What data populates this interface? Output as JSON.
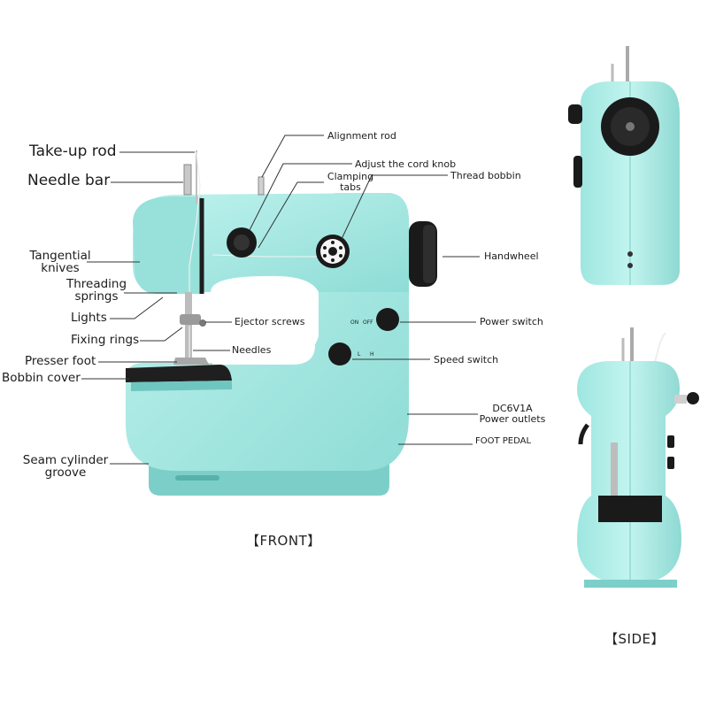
{
  "colors": {
    "body": "#a9ece6",
    "body_shade": "#86d6d0",
    "body_dark": "#5fb9b3",
    "knob": "#1a1a1a",
    "leader": "#333333"
  },
  "labels": {
    "take_up_rod": "Take-up rod",
    "needle_bar": "Needle bar",
    "tangential_knives": [
      "Tangential",
      "knives"
    ],
    "threading_springs": [
      "Threading",
      "springs"
    ],
    "lights": "Lights",
    "fixing_rings": "Fixing rings",
    "presser_foot": "Presser foot",
    "bobbin_cover": "Bobbin cover",
    "seam_cylinder_groove": [
      "Seam cylinder",
      "groove"
    ],
    "alignment_rod": "Alignment rod",
    "adjust_cord_knob": "Adjust the cord knob",
    "clamping_tabs": [
      "Clamping",
      "tabs"
    ],
    "thread_bobbin": "Thread bobbin",
    "handwheel": "Handwheel",
    "ejector_screws": "Ejector screws",
    "needles": "Needles",
    "power_switch": "Power switch",
    "speed_switch": "Speed switch",
    "power_outlets": [
      "DC6V1A",
      "Power outlets"
    ],
    "foot_pedal": "FOOT PEDAL"
  },
  "switch_marks": {
    "on": "ON",
    "off": "OFF",
    "low": "L",
    "high": "H"
  },
  "captions": {
    "front": "【FRONT】",
    "side": "【SIDE】"
  }
}
